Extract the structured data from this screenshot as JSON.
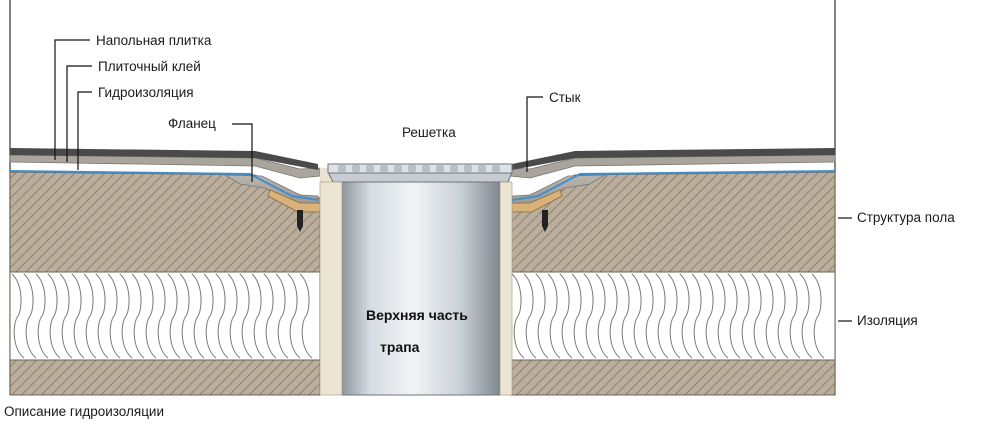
{
  "labels": {
    "floor_tile": "Напольная плитка",
    "tile_adhesive": "Плиточный клей",
    "waterproofing": "Гидроизоляция",
    "flange": "Фланец",
    "grate": "Решетка",
    "joint": "Стык",
    "floor_structure": "Структура пола",
    "insulation": "Изоляция",
    "drain_top_line1": "Верхняя часть",
    "drain_top_line2": "трапа"
  },
  "caption": "Описание гидроизоляции",
  "colors": {
    "screed": "#bcae9c",
    "hatch": "#8d8070",
    "insulation_fill": "#ffffff",
    "insulation_line": "#7a7a7a",
    "tile": "#4a4a4a",
    "adhesive": "#a9a49c",
    "membrane": "#3f8fd0",
    "drain_body": "#c9d0d6",
    "drain_shade": "#8f979e",
    "drain_highlight": "#f2f4f6",
    "flange": "#d8b27a",
    "leader": "#111111"
  },
  "icons": [
    "drain-pipe-icon",
    "grate-icon",
    "flange-anchor-icon"
  ]
}
